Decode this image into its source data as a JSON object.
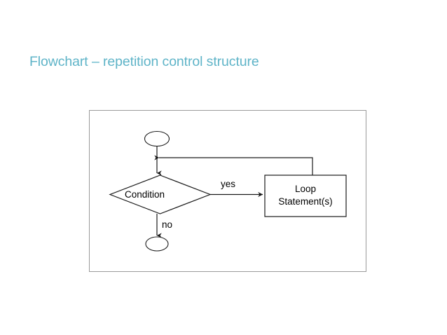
{
  "slide": {
    "title": "Flowchart – repetition control structure",
    "title_color": "#5FB4C8",
    "background_color": "#FFFFFF"
  },
  "diagram": {
    "type": "flowchart",
    "frame_border_color": "#9A9A9A",
    "stroke_color": "#1A1A1A",
    "nodes": [
      {
        "id": "start",
        "shape": "ellipse",
        "label": ""
      },
      {
        "id": "condition",
        "shape": "diamond",
        "label": "Condition"
      },
      {
        "id": "loop-statements",
        "shape": "rectangle",
        "label_line1": "Loop",
        "label_line2": "Statement(s)",
        "label": "Loop Statement(s)"
      },
      {
        "id": "end",
        "shape": "ellipse",
        "label": ""
      }
    ],
    "edges": [
      {
        "id": "start-to-condition",
        "from": "start",
        "to": "condition",
        "label": ""
      },
      {
        "id": "condition-to-loop",
        "from": "condition",
        "to": "loop-statements",
        "label": "yes"
      },
      {
        "id": "loop-back",
        "from": "loop-statements",
        "to": "start-to-condition",
        "label": ""
      },
      {
        "id": "condition-to-end",
        "from": "condition",
        "to": "end",
        "label": "no"
      }
    ],
    "labels": {
      "condition": "Condition",
      "yes": "yes",
      "no": "no",
      "loop_line1": "Loop",
      "loop_line2": "Statement(s)"
    }
  }
}
